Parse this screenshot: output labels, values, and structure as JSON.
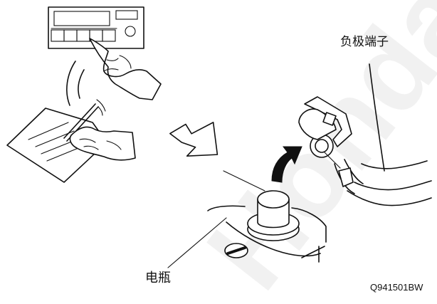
{
  "labels": {
    "negative_terminal": "负极端子",
    "battery": "电瓶",
    "figure_code": "Q941501BW"
  },
  "watermark": {
    "text": "Honda",
    "color": "#f2f2f2"
  },
  "colors": {
    "line": "#111111",
    "arrow_fill": "#111111",
    "background": "#ffffff"
  },
  "icons": {
    "radio": "car-radio-icon",
    "hand_pressing": "hand-pressing-button-icon",
    "hand_writing": "hand-writing-icon",
    "notepad": "notepad-icon",
    "flow_arrow": "hollow-arrow-icon",
    "lift_arrow": "curved-arrow-icon",
    "battery_post": "battery-post-icon",
    "cable_clamp": "cable-clamp-icon"
  }
}
